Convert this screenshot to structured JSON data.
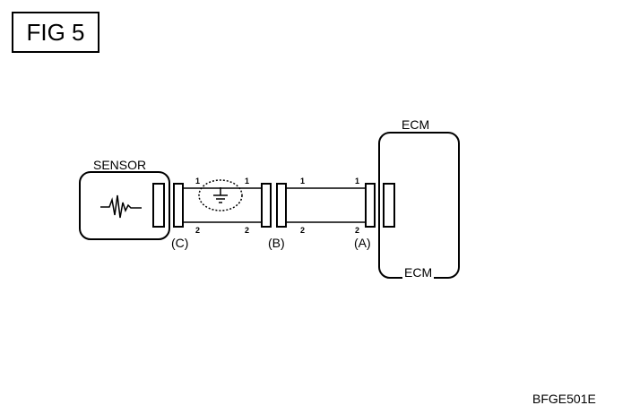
{
  "figure": {
    "label": "FIG  5",
    "code": "BFGE501E"
  },
  "sensor": {
    "label": "SENSOR",
    "signal_icon": "waveform-icon"
  },
  "ecm": {
    "top_label": "ECM",
    "bottom_label": "ECM"
  },
  "connectors": {
    "c": "(C)",
    "b": "(B)",
    "a": "(A)"
  },
  "pins": {
    "cb_top_left": "1",
    "cb_top_right": "1",
    "cb_bottom_left": "2",
    "cb_bottom_right": "2",
    "ba_top_left": "1",
    "ba_top_right": "1",
    "ba_bottom_left": "2",
    "ba_bottom_right": "2"
  },
  "shield": {
    "icon": "ground-icon"
  }
}
